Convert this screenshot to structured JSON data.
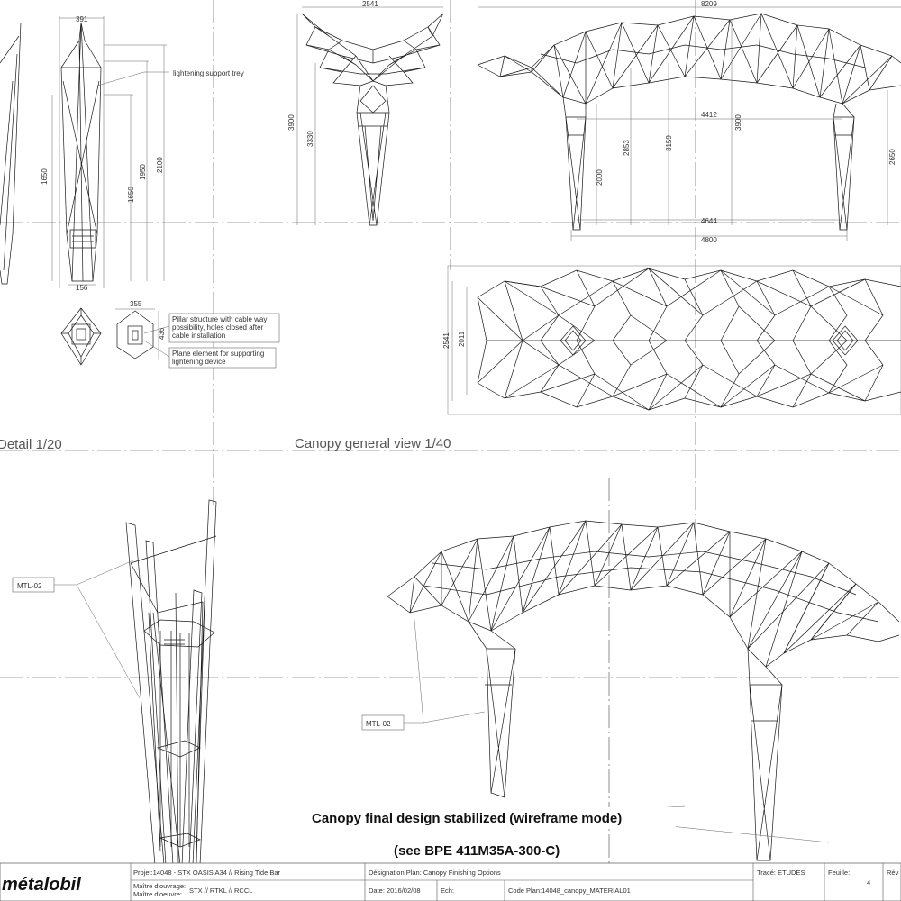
{
  "elevation_left": {
    "dims": [
      "391",
      "1650",
      "1650",
      "1950",
      "2100",
      "156"
    ],
    "callout": "lightening support trey"
  },
  "pillar_section": {
    "dim_top": "355",
    "dim_side": "436",
    "note1": [
      "Pillar structure with cable way",
      "possibility, holes closed after",
      "cable installation"
    ],
    "note2": [
      "Plane element for supporting",
      "lightening device"
    ]
  },
  "canopy_side": {
    "dims": [
      "2541",
      "3900",
      "3330"
    ]
  },
  "canopy_front": {
    "dims": [
      "8209",
      "4412",
      "3900",
      "2853",
      "3159",
      "2000",
      "2650",
      "4644",
      "4800"
    ]
  },
  "canopy_plan": {
    "dims": [
      "2541",
      "2011"
    ]
  },
  "view_labels": {
    "detail": "Detail 1/20",
    "general": "Canopy general view 1/40"
  },
  "iso": {
    "tag_left": "MTL-02",
    "tag_right": "MTL-02",
    "title_line1": "Canopy final design stabilized (wireframe mode)",
    "title_line2": "(see BPE 411M35A-300-C)"
  },
  "titleblock": {
    "logo": "métalobil",
    "projet": "Projet:14048 - STX OASIS A34 // Rising Tide Bar",
    "maitre_ouvrage_label": "Maître d'ouvrage:",
    "maitre_oeuvre_label": "Maître d'oeuvre:",
    "maitre_value": "STX // RTKL // RCCL",
    "designation": "Désignation Plan: Canopy Finishing Options",
    "date": "Date: 2016/02/08",
    "ech": "Ech:",
    "code_plan": "Code Plan:14048_canopy_MATERIAL01",
    "trace": "Tracé: ETUDES",
    "feuille": "Feuille:",
    "feuille_num": "4",
    "rev": "Rév"
  }
}
